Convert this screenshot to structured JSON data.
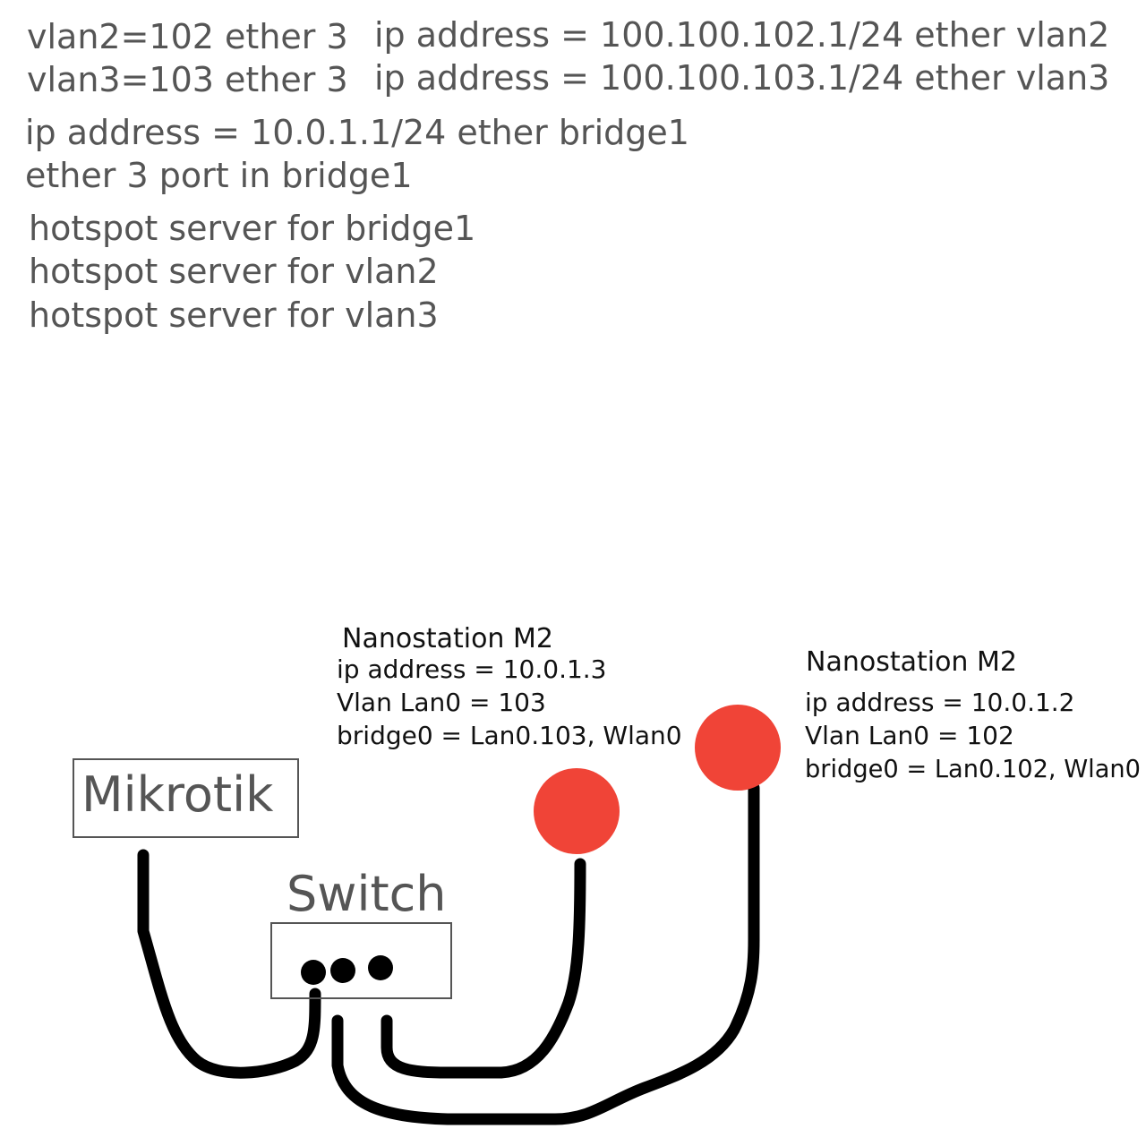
{
  "config_text": {
    "vlan2_def": "vlan2=102 ether 3",
    "vlan3_def": "vlan3=103 ether 3",
    "vlan2_ip": "ip address = 100.100.102.1/24 ether vlan2",
    "vlan3_ip": "ip address = 100.100.103.1/24 ether vlan3",
    "bridge_ip": "ip address = 10.0.1.1/24 ether bridge1",
    "bridge_port": "ether 3 port in bridge1",
    "hotspot_bridge1": "hotspot server for bridge1",
    "hotspot_vlan2": "hotspot server for vlan2",
    "hotspot_vlan3": "hotspot server for vlan3"
  },
  "diagram": {
    "mikrotik_label": "Mikrotik",
    "switch_label": "Switch",
    "nanostation_left": {
      "title": "Nanostation M2",
      "ip": "ip address = 10.0.1.3",
      "vlan": "Vlan Lan0 = 103",
      "bridge": "bridge0 = Lan0.103, Wlan0"
    },
    "nanostation_right": {
      "title": "Nanostation M2",
      "ip": "ip address = 10.0.1.2",
      "vlan": "Vlan Lan0 = 102",
      "bridge": "bridge0 = Lan0.102, Wlan0"
    },
    "colors": {
      "device_dot": "#f04437",
      "cable": "#000000",
      "text": "#555555"
    }
  }
}
